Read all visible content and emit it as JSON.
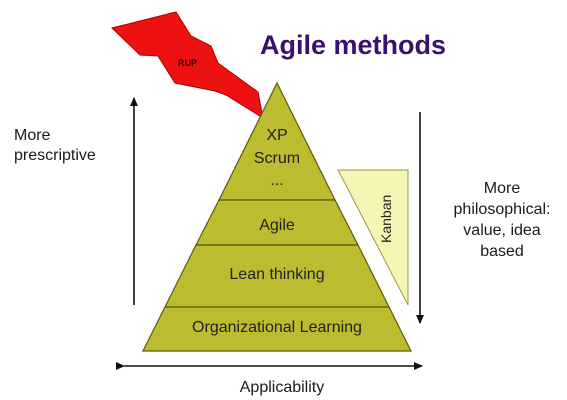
{
  "title": "Agile methods",
  "rup_label": "RUP",
  "left_label": [
    "More",
    "prescriptive"
  ],
  "right_label": [
    "More",
    "philosophical:",
    "value, idea",
    "based"
  ],
  "bottom_label": "Applicability",
  "pyramid_levels": [
    {
      "lines": [
        "XP",
        "Scrum",
        "..."
      ]
    },
    {
      "lines": [
        "Agile"
      ]
    },
    {
      "lines": [
        "Lean thinking"
      ]
    },
    {
      "lines": [
        "Organizational Learning"
      ]
    }
  ],
  "kanban_label": "Kanban",
  "colors": {
    "pyramid_fill": "#bcbc30",
    "pyramid_stroke": "#5a5a10",
    "kanban_fill": "#f6f6b4",
    "bolt_fill": "#ee1111",
    "title_color": "#3b0f6b",
    "arrow_color": "#111111"
  },
  "icons": [
    "lightning-bolt-icon"
  ]
}
